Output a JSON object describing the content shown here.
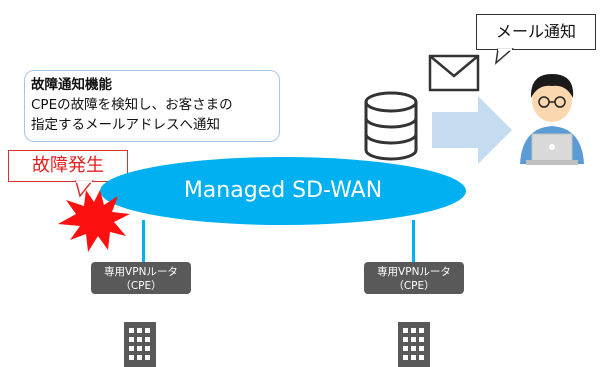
{
  "mail_notification_label": "メール通知",
  "feature": {
    "title": "故障通知機能",
    "line1": "CPEの故障を検知し、お客さまの",
    "line2": "指定するメールアドレスへ通知"
  },
  "failure_label": "故障発生",
  "wan_label": "Managed SD-WAN",
  "cpe_left": {
    "line1": "専用VPNルータ",
    "line2": "（CPE）"
  },
  "cpe_right": {
    "line1": "専用VPNルータ",
    "line2": "（CPE）"
  },
  "colors": {
    "cloud": "#00b0f0",
    "failure_red": "#e5211f",
    "cpe_box": "#595959",
    "arrow": "#c5dbef"
  }
}
